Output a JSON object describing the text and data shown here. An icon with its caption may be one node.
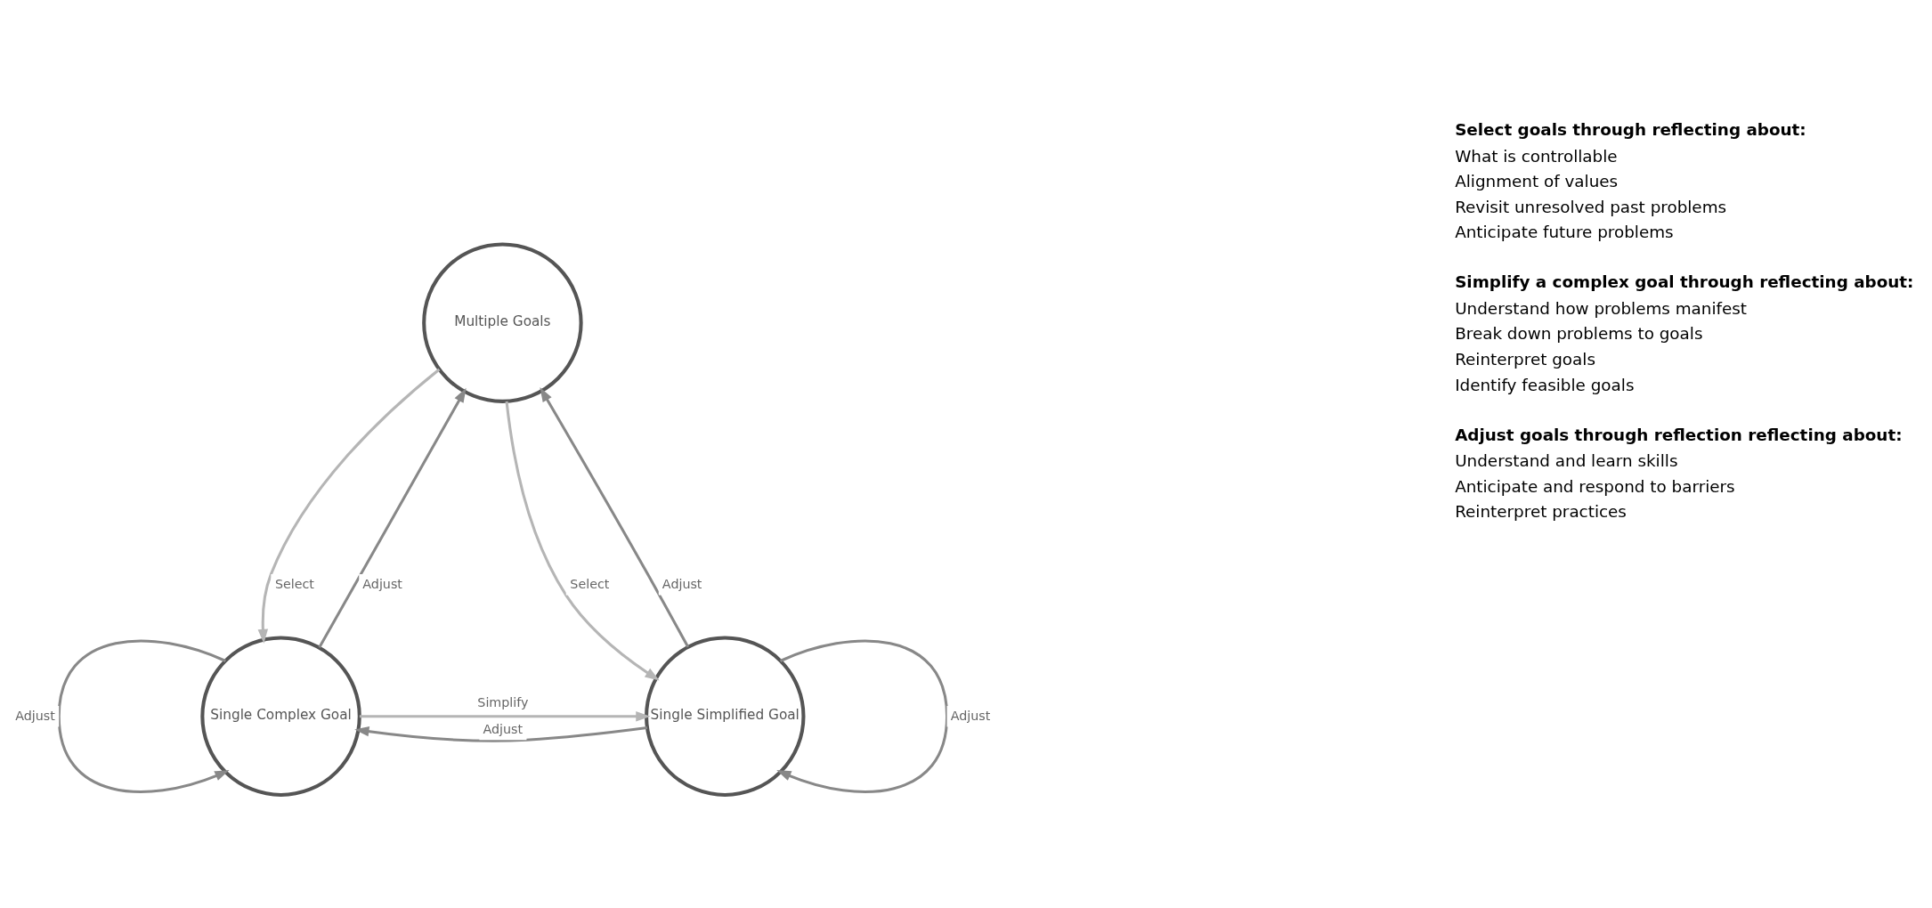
{
  "diagram": {
    "nodes": [
      {
        "text": [
          "Multiple Goals"
        ]
      },
      {
        "text": [
          "Single Complex Goal"
        ]
      },
      {
        "text": [
          "Single Simplified Goal"
        ]
      }
    ],
    "edges": [
      {
        "from": 1,
        "to": 0,
        "arrow": "to",
        "label": "Adjust"
      },
      {
        "from": 2,
        "to": 0,
        "arrow": "to",
        "label": "Adjust"
      },
      {
        "from": 0,
        "to": 1,
        "arrow": "to",
        "label": "Select",
        "color": "#b5b5b5"
      },
      {
        "from": 0,
        "to": 2,
        "arrow": "to",
        "label": "Select",
        "color": "#b5b5b5"
      },
      {
        "from": 1,
        "to": 2,
        "arrow": "to",
        "label": "Simplify",
        "color": "#b5b5b5"
      },
      {
        "from": 2,
        "to": 1,
        "arrow": "to",
        "label": "Adjust"
      },
      {
        "from": 1,
        "to": 1,
        "arrow": "to",
        "label": "Adjust"
      },
      {
        "from": 2,
        "to": 2,
        "arrow": "to",
        "label": "Adjust"
      }
    ],
    "labels": [
      "Select goals through reflecting about:",
      "What is controllable",
      "Alignment of values",
      "Revisit unresolved past problems",
      "Anticipate future problems",
      "Simplify a complex goal through reflecting about:",
      "Understand how problems manifest",
      "Break down problems to goals",
      "Reinterpret goals",
      "Identify feasible goals",
      "Adjust goals through reflection reflecting about:",
      "Understand and learn skills",
      "Anticipate and respond to barriers",
      "Reinterpret practices"
    ]
  }
}
